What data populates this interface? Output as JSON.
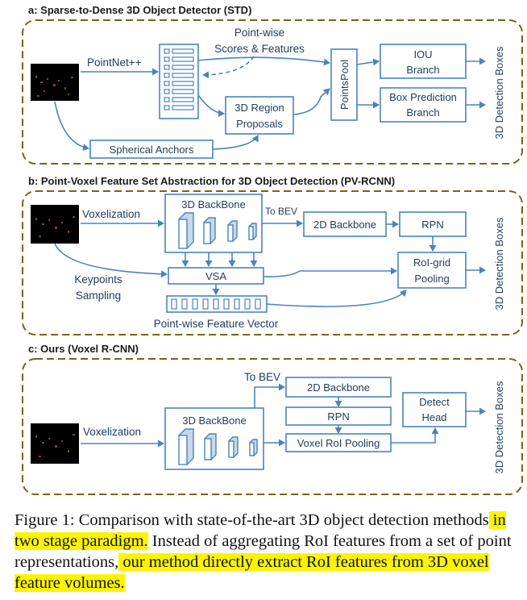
{
  "panels": [
    {
      "title": "a:  Sparse-to-Dense 3D Object Detector (STD)",
      "labels": {
        "pointnet": "PointNet++",
        "pointwise_1": "Point-wise",
        "pointwise_2": "Scores & Features",
        "region_1": "3D Region",
        "region_2": "Proposals",
        "anchors": "Spherical Anchors",
        "pointspool": "PointsPool",
        "iou_1": "IOU",
        "iou_2": "Branch",
        "boxpred_1": "Box Prediction",
        "boxpred_2": "Branch",
        "output": "3D Detection Boxes"
      }
    },
    {
      "title": "b:  Point-Voxel Feature Set Abstraction for 3D Object Detection (PV-RCNN)",
      "labels": {
        "voxelization": "Voxelization",
        "backbone3d": "3D BackBone",
        "tobev": "To BEV",
        "backbone2d": "2D Backbone",
        "rpn": "RPN",
        "keypoints_1": "Keypoints",
        "keypoints_2": "Sampling",
        "vsa": "VSA",
        "roigrid_1": "RoI-grid",
        "roigrid_2": "Pooling",
        "featvec": "Point-wise Feature Vector",
        "output": "3D Detection Boxes"
      }
    },
    {
      "title": "c:  Ours (Voxel R-CNN)",
      "labels": {
        "voxelization": "Voxelization",
        "backbone3d": "3D BackBone",
        "tobev": "To BEV",
        "backbone2d": "2D Backbone",
        "rpn": "RPN",
        "voxelroi": "Voxel RoI Pooling",
        "detect_1": "Detect",
        "detect_2": "Head",
        "output": "3D Detection Boxes"
      }
    }
  ],
  "caption": {
    "label": "Figure 1:",
    "seg1": " Comparison with state-of-the-art 3D object detection methods",
    "hl1": " in two stage paradigm.",
    "seg2": " Instead of aggregating RoI features from a set of point representations,",
    "hl2": " our method directly extract RoI features from 3D voxel feature volumes."
  },
  "colors": {
    "panel_border": "#7a6318",
    "diagram_blue": "#4a83bd",
    "highlight": "#fbf400"
  }
}
